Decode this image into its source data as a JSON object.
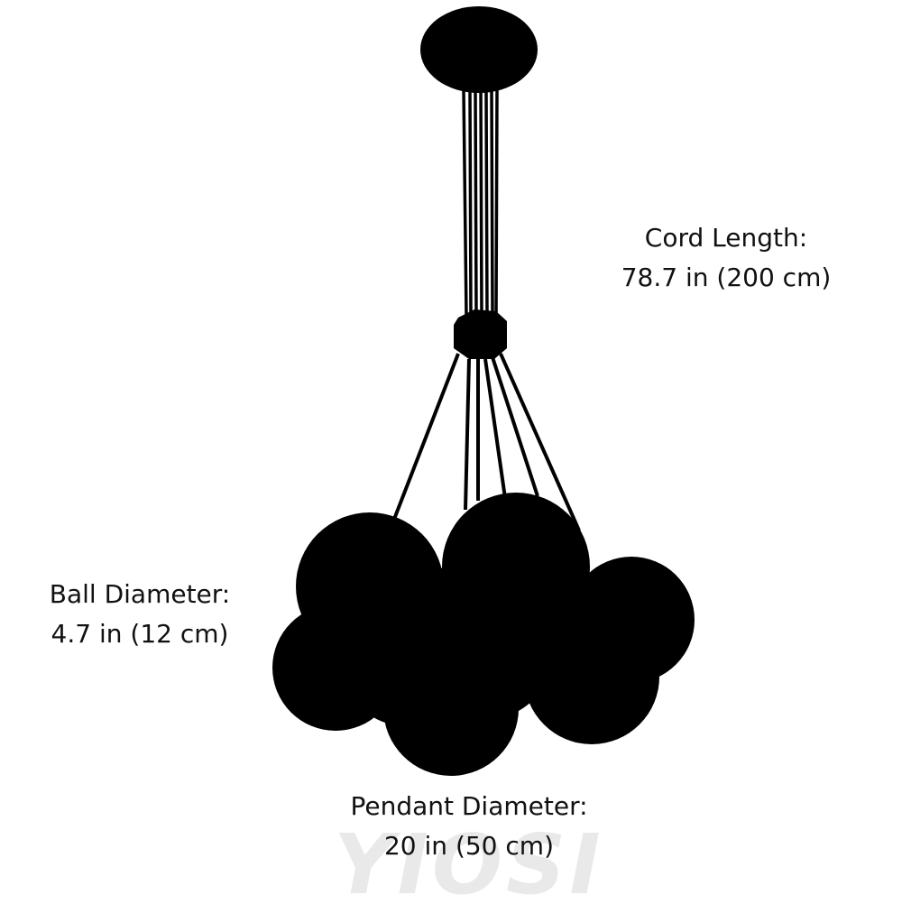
{
  "labels": {
    "cord_title": "Cord Length:",
    "cord_value": "78.7 in (200 cm)",
    "ball_title": "Ball Diameter:",
    "ball_value": "4.7 in (12 cm)",
    "pendant_title": "Pendant Diameter:",
    "pendant_value": "20 in (50 cm)"
  },
  "watermark": "YIOSI",
  "colors": {
    "silhouette": "#000000",
    "background": "#ffffff",
    "text": "#111111",
    "watermark": "#d8d8d8"
  }
}
